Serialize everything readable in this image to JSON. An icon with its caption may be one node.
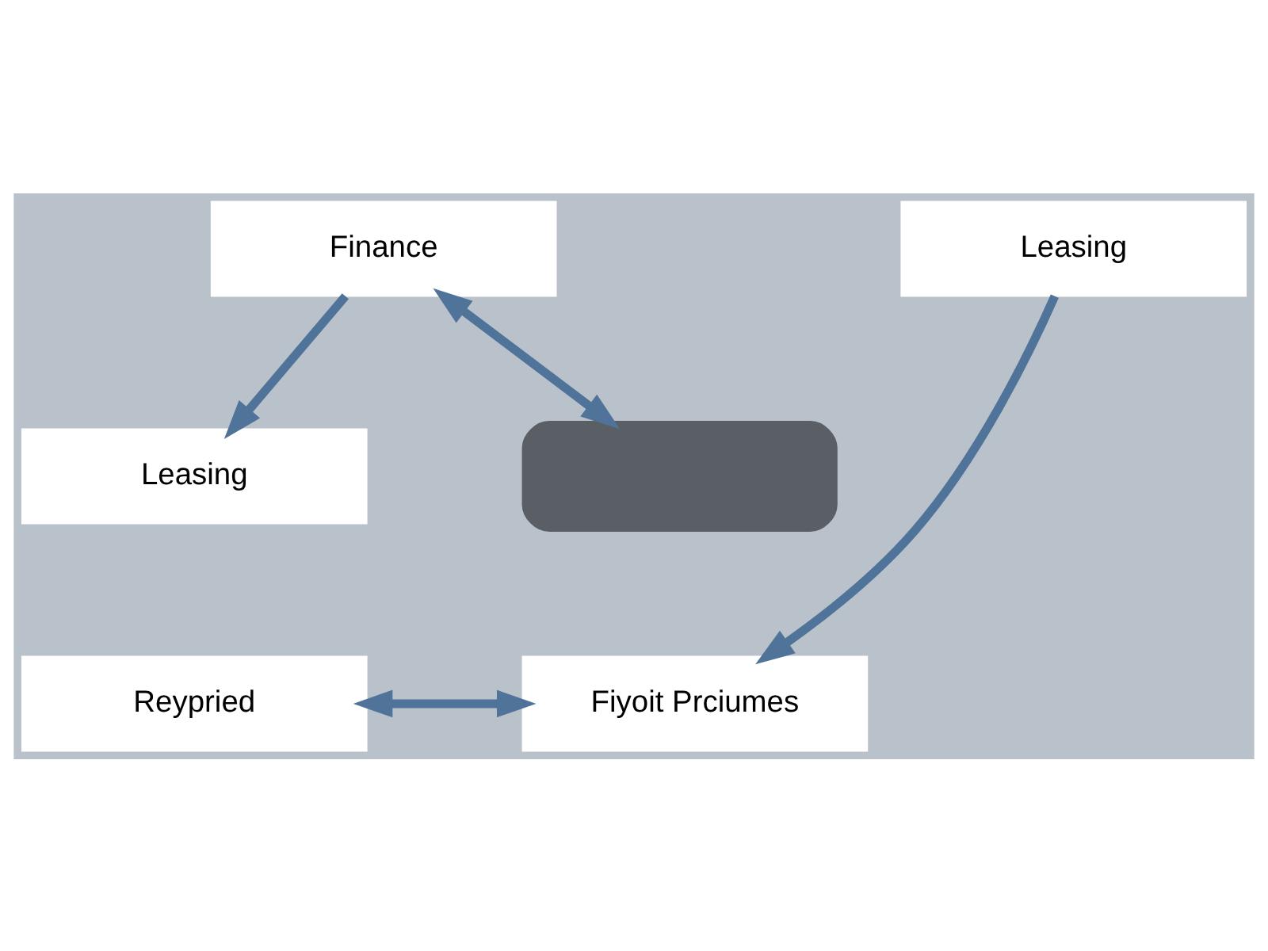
{
  "diagram": {
    "nodes": [
      {
        "text": [
          "Finance"
        ]
      },
      {
        "text": [
          "Leasing"
        ]
      },
      {
        "text": [],
        "shape": "box"
      },
      {
        "text": [
          "Leasing"
        ]
      },
      {
        "text": [
          "Fiyoit Prciumes"
        ]
      },
      {
        "text": [
          "Reypried"
        ]
      }
    ],
    "edges": [
      {
        "from": 0,
        "to": 3,
        "arrow": "to"
      },
      {
        "from": 0,
        "to": 2,
        "arrow": "both"
      },
      {
        "from": 1,
        "to": 4,
        "arrow": "to"
      },
      {
        "from": 5,
        "to": 4,
        "arrow": "both"
      }
    ]
  }
}
